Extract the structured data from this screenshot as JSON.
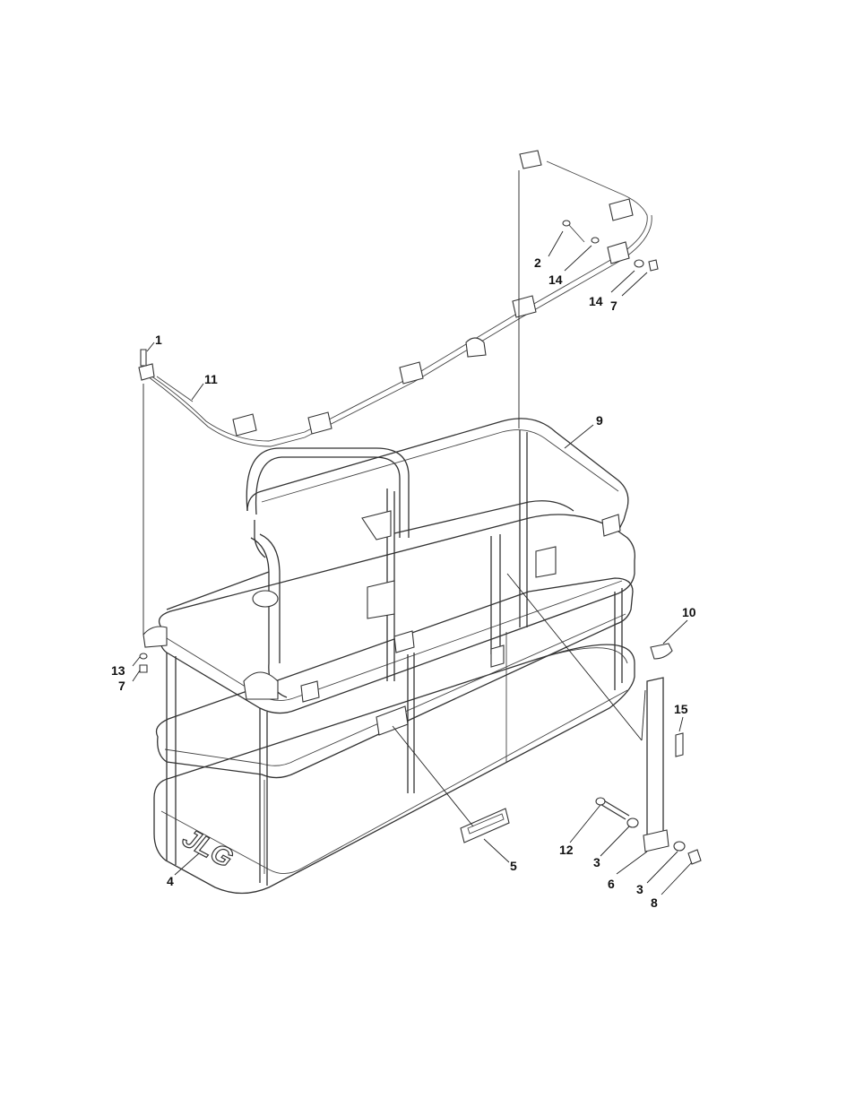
{
  "diagram": {
    "callouts": [
      {
        "id": "c1",
        "label": "1"
      },
      {
        "id": "c2",
        "label": "2"
      },
      {
        "id": "c3a",
        "label": "3"
      },
      {
        "id": "c3b",
        "label": "3"
      },
      {
        "id": "c4",
        "label": "4"
      },
      {
        "id": "c5",
        "label": "5"
      },
      {
        "id": "c6",
        "label": "6"
      },
      {
        "id": "c7a",
        "label": "7"
      },
      {
        "id": "c7b",
        "label": "7"
      },
      {
        "id": "c8",
        "label": "8"
      },
      {
        "id": "c9",
        "label": "9"
      },
      {
        "id": "c10",
        "label": "10"
      },
      {
        "id": "c11",
        "label": "11"
      },
      {
        "id": "c12",
        "label": "12"
      },
      {
        "id": "c13",
        "label": "13"
      },
      {
        "id": "c14a",
        "label": "14"
      },
      {
        "id": "c14b",
        "label": "14"
      },
      {
        "id": "c15",
        "label": "15"
      }
    ],
    "logo_text": "JLG"
  }
}
